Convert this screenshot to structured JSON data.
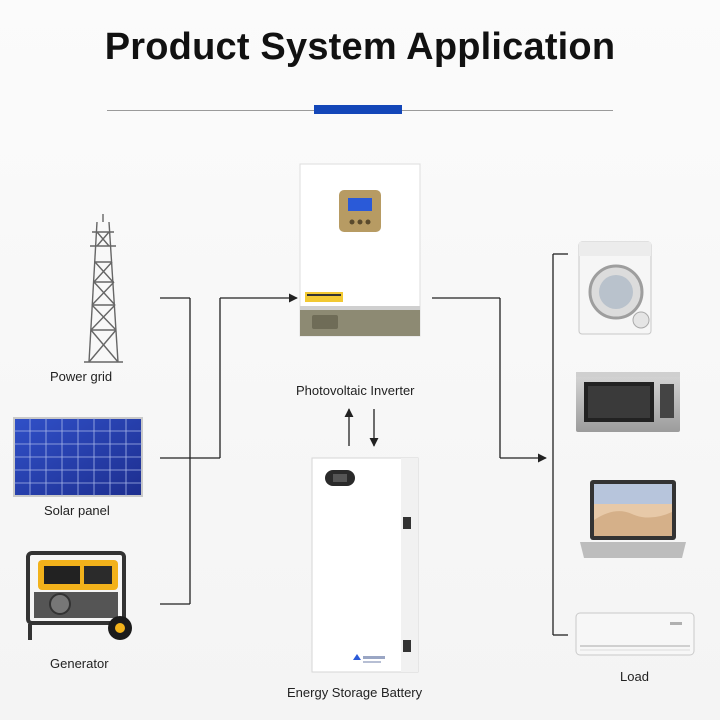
{
  "header": {
    "title": "Product System Application"
  },
  "sources": [
    {
      "label": "Power grid",
      "icon": "power-tower-icon"
    },
    {
      "label": "Solar panel",
      "icon": "solar-panel-icon"
    },
    {
      "label": "Generator",
      "icon": "generator-icon"
    }
  ],
  "center": {
    "inverter_label": "Photovoltaic Inverter",
    "battery_label": "Energy Storage Battery"
  },
  "loads": {
    "label": "Load",
    "items": [
      {
        "icon": "washing-machine-icon"
      },
      {
        "icon": "microwave-icon"
      },
      {
        "icon": "laptop-icon"
      },
      {
        "icon": "air-conditioner-icon"
      }
    ]
  },
  "colors": {
    "accent": "#1346b8",
    "line": "#222222",
    "generator": "#f2b21b",
    "solar": "#2b3fb0"
  }
}
